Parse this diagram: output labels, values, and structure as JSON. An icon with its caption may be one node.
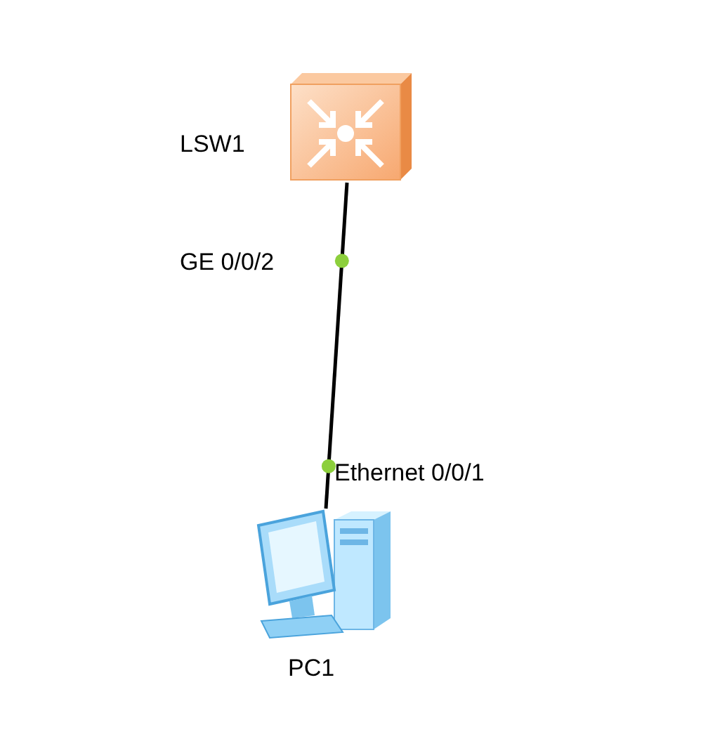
{
  "diagram": {
    "nodes": [
      {
        "text": [],
        "shape": "picture",
        "beside": [
          "LSW1"
        ]
      },
      {
        "text": [],
        "shape": "picture",
        "beside": [
          "PC1"
        ]
      }
    ],
    "edges": [
      {
        "from": 0,
        "to": 1,
        "arrow": "none"
      }
    ],
    "labels": [
      "GE 0/0/2",
      "Ethernet 0/0/1"
    ]
  }
}
